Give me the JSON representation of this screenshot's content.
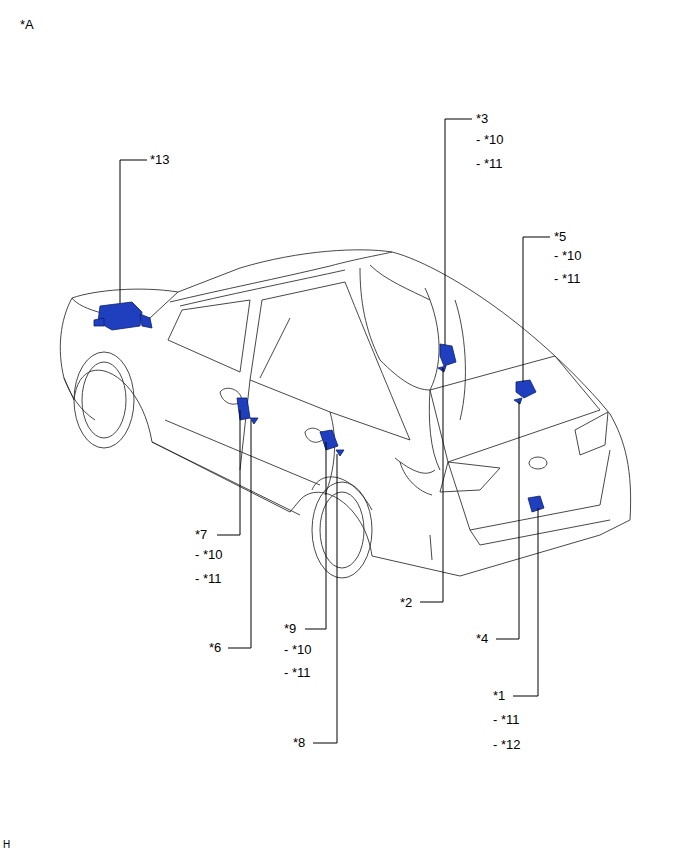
{
  "diagram": {
    "labels": [
      "*A",
      "*13",
      "*3",
      "- *10",
      "- *11",
      "*5",
      "- *10",
      "- *11",
      "*7",
      "- *10",
      "- *11",
      "*2",
      "*9",
      "- *10",
      "- *11",
      "*6",
      "*4",
      "*1",
      "- *11",
      "- *12",
      "*8",
      "H"
    ]
  }
}
